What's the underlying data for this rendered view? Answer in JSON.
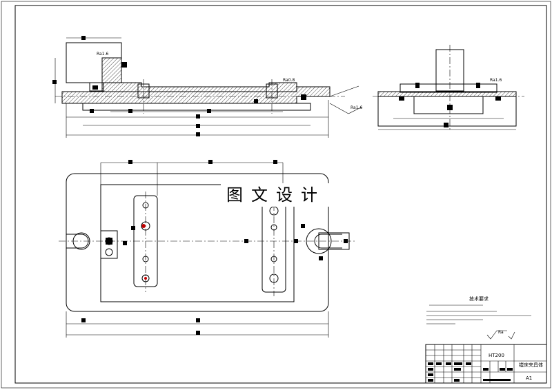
{
  "watermark": "图文设计",
  "technical_requirements": {
    "title": "技术要求"
  },
  "title_block": {
    "material": "HT200",
    "drawing_name": "镗床夹具体",
    "sheet_size": "A1"
  }
}
